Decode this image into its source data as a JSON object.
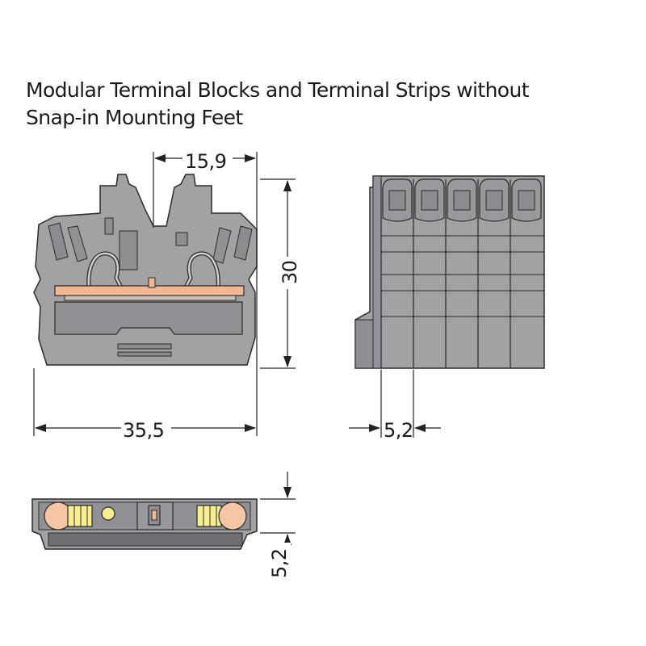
{
  "title": {
    "line1": "Modular Terminal Blocks and Terminal Strips without",
    "line2": "Snap-in Mounting Feet"
  },
  "dimensions": {
    "top_width": "15,9",
    "height": "30",
    "total_width": "35,5",
    "pitch": "5,2",
    "bottom_depth": "5,2"
  },
  "colors": {
    "housing": "#a0a2a4",
    "housing_dark": "#6e7073",
    "outline": "#2a2a2a",
    "busbar": "#f1b892",
    "contact_yellow": "#f7ef8e",
    "contact_orange": "#f4c6a3",
    "dimension_line": "#222222"
  }
}
